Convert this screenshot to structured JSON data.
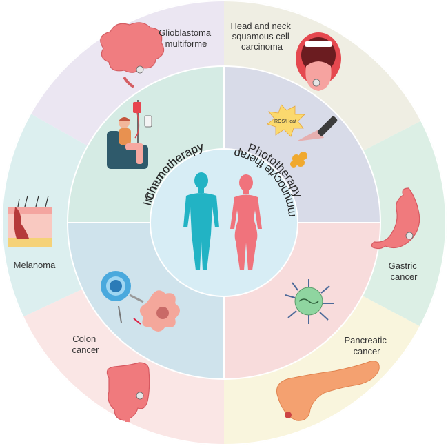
{
  "center": {
    "figures": [
      "male-figure",
      "female-figure"
    ],
    "colors": {
      "male": "#22b3c4",
      "female": "#f0737c",
      "background": "#d7edf5"
    }
  },
  "therapies": [
    {
      "label": "Chemotherapy",
      "color": "#d5ebe4"
    },
    {
      "label": "Phototherapy",
      "color": "#d8dbe8"
    },
    {
      "label": "Immunocyte therapy",
      "color": "#f8dcdc"
    },
    {
      "label": "Immunotherapy",
      "color": "#cfe3ec"
    }
  ],
  "phototherapy_badge": "ROS/Heat",
  "cancers": [
    {
      "lines": [
        "Glioblastoma",
        "multiforme"
      ],
      "color": "#ebe6f2"
    },
    {
      "lines": [
        "Head and neck",
        "squamous cell",
        "carcinoma"
      ],
      "color": "#efeee3"
    },
    {
      "lines": [
        "Gastric",
        "cancer"
      ],
      "color": "#dcefe5"
    },
    {
      "lines": [
        "Pancreatic",
        "cancer"
      ],
      "color": "#f9f5dd"
    },
    {
      "lines": [
        "Colon",
        "cancer"
      ],
      "color": "#fae6e5"
    },
    {
      "lines": [
        "Melanoma"
      ],
      "color": "#dcefef"
    }
  ]
}
